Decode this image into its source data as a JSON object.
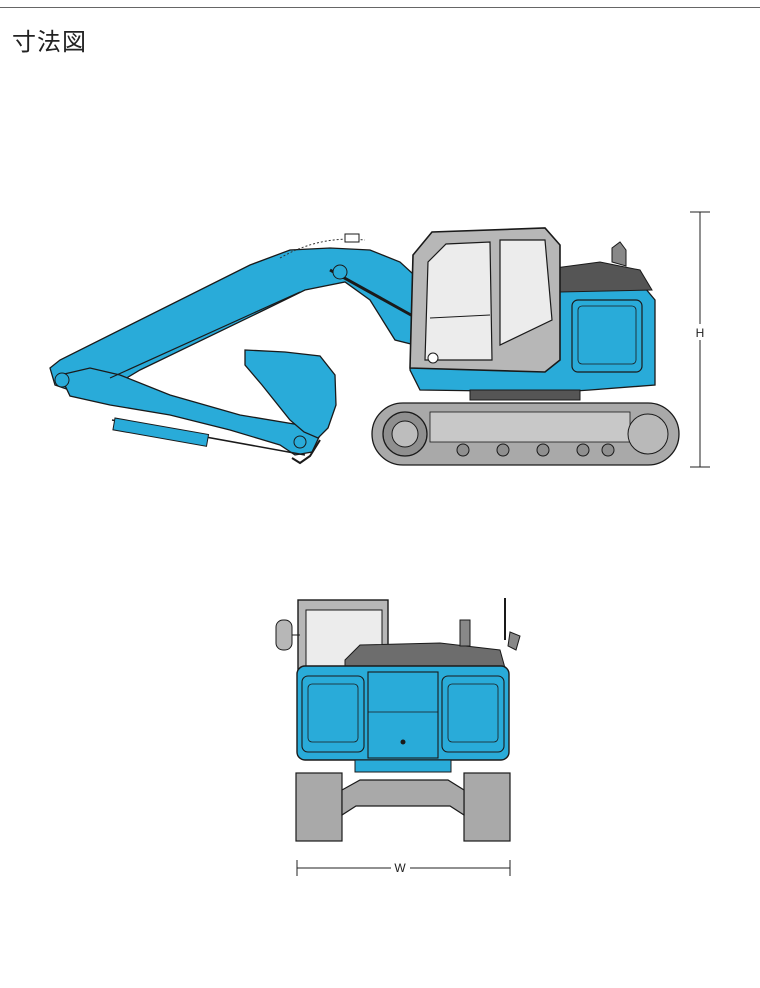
{
  "page": {
    "title": "寸法図"
  },
  "dimensions": {
    "height_label": "H",
    "width_label": "W"
  },
  "colors": {
    "body_blue": "#29abd9",
    "track_gray": "#a9a9a9",
    "cab_gray": "#b7b7b7",
    "outline": "#1a1a1a"
  }
}
